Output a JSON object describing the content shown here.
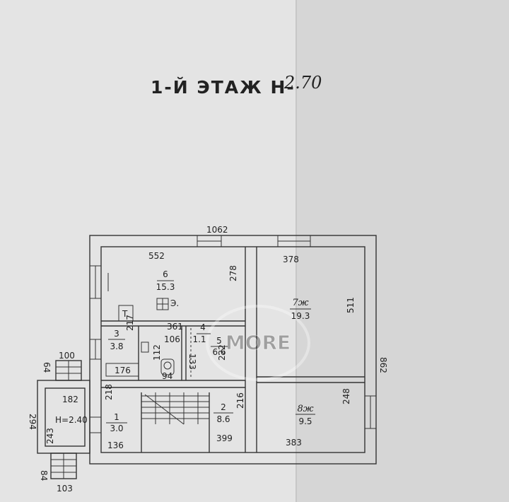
{
  "title": {
    "main": "1-Й ЭТАЖ Н-",
    "height": "2.70"
  },
  "watermark": "MORE",
  "rooms": [
    {
      "id": "6",
      "number": "6",
      "area": "15.3"
    },
    {
      "id": "7",
      "number": "7ж",
      "area": "19.3"
    },
    {
      "id": "8",
      "number": "8ж",
      "area": "9.5"
    },
    {
      "id": "3",
      "number": "3",
      "area": "3.8"
    },
    {
      "id": "4",
      "number": "4",
      "area": "1.1"
    },
    {
      "id": "5",
      "number": "5",
      "area": "6.6"
    },
    {
      "id": "1",
      "number": "1",
      "area": "3.0"
    },
    {
      "id": "2",
      "number": "2",
      "area": "8.6"
    }
  ],
  "dimensions": {
    "top_total": "1062",
    "right_total": "862",
    "r6_width": "552",
    "r6_height": "278",
    "r7_width": "378",
    "r7_height": "511",
    "r8_width": "383",
    "r8_height": "248",
    "r2_width": "399",
    "r2_height": "216",
    "r1_width": "136",
    "r1_height": "218",
    "r3_height": "217",
    "r4_width": "361",
    "r4_extra": "106",
    "r5_width": "222",
    "r5_height": "133",
    "bath_height": "112",
    "bath_width": "94",
    "bath_length": "176",
    "porch_width": "100",
    "porch_height": "64",
    "vest_width": "182",
    "vest_height": "243",
    "vest_outer": "294",
    "step_depth": "84",
    "step_width": "103"
  },
  "annotations": {
    "vestibule_height": "Н=2.40",
    "stove_letter": "Т",
    "stove_mark": "Э."
  }
}
